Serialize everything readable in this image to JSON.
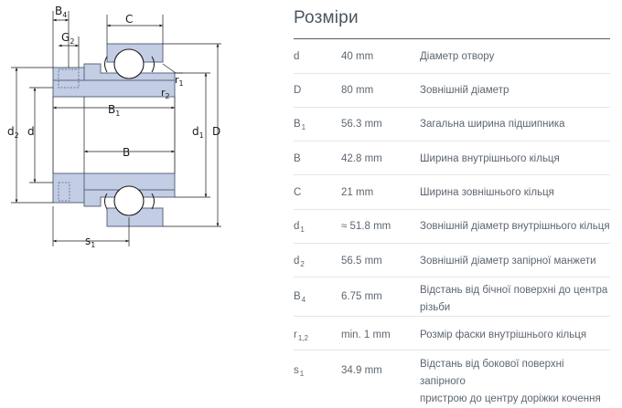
{
  "title": "Розміри",
  "rows": [
    {
      "sym": "d",
      "sub": "",
      "value": "40 mm",
      "desc1": "Діаметр отвору",
      "desc2": ""
    },
    {
      "sym": "D",
      "sub": "",
      "value": "80 mm",
      "desc1": "Зовнішній діаметр",
      "desc2": ""
    },
    {
      "sym": "B",
      "sub": "1",
      "value": "56.3 mm",
      "desc1": "Загальна ширина підшипника",
      "desc2": ""
    },
    {
      "sym": "B",
      "sub": "",
      "value": "42.8 mm",
      "desc1": "Ширина внутрішнього кільця",
      "desc2": ""
    },
    {
      "sym": "C",
      "sub": "",
      "value": "21 mm",
      "desc1": "Ширина зовнішнього кільця",
      "desc2": ""
    },
    {
      "sym": "d",
      "sub": "1",
      "value": "≈ 51.8 mm",
      "desc1": "Зовнішній діаметр внутрішнього кільця",
      "desc2": ""
    },
    {
      "sym": "d",
      "sub": "2",
      "value": "56.5 mm",
      "desc1": "Зовнішній діаметр запірної манжети",
      "desc2": ""
    },
    {
      "sym": "B",
      "sub": "4",
      "value": "6.75 mm",
      "desc1": "Відстань від бічної поверхні до центра",
      "desc2": "різьби"
    },
    {
      "sym": "r",
      "sub": "1,2",
      "value": "min. 1 mm",
      "desc1": "Розмір фаски внутрішнього кільця",
      "desc2": ""
    },
    {
      "sym": "s",
      "sub": "1",
      "value": "34.9 mm",
      "desc1": "Відстань від бокової поверхні запірного",
      "desc2": "пристрою до центру доріжки кочення"
    }
  ],
  "drawing_labels": {
    "B4": "B",
    "B4_sub": "4",
    "G2": "G",
    "G2_sub": "2",
    "C": "C",
    "r1": "r",
    "r1_sub": "1",
    "r2": "r",
    "r2_sub": "2",
    "B1": "B",
    "B1_sub": "1",
    "B": "B",
    "d2": "d",
    "d2_sub": "2",
    "d": "d",
    "d1": "d",
    "d1_sub": "1",
    "D": "D",
    "s1": "s",
    "s1_sub": "1"
  },
  "colors": {
    "part_fill": "#c3cde3",
    "part_stroke": "#5a6780",
    "ball": "#ffffff",
    "line": "#1a1a1a"
  }
}
